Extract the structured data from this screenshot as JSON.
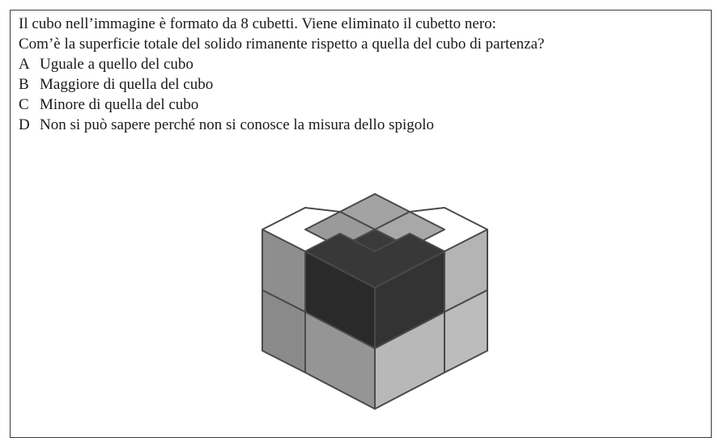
{
  "question": {
    "line1": "Il cubo nell’immagine è formato da 8 cubetti. Viene eliminato il cubetto nero:",
    "line2": "Com’è la superficie totale del solido rimanente rispetto a quella del cubo di partenza?"
  },
  "options": [
    {
      "letter": "A",
      "text": "Uguale a quello del cubo"
    },
    {
      "letter": "B",
      "text": "Maggiore di quella del cubo"
    },
    {
      "letter": "C",
      "text": "Minore di quella del cubo"
    },
    {
      "letter": "D",
      "text": "Non si può sapere perché non si conosce la misura dello spigolo"
    }
  ],
  "figure": {
    "description_icon": "cube-with-removed-corner-icon",
    "colors": {
      "top": "#a3a3a3",
      "left": "#8e8e8e",
      "right": "#b4b4b4",
      "black_top": "#3a3a3a",
      "black_left": "#2a2a2a",
      "black_right": "#333333",
      "edge": "#4a4a4a"
    }
  }
}
